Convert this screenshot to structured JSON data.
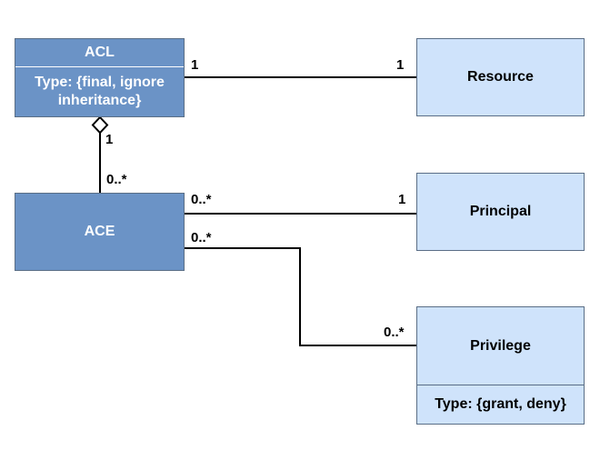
{
  "classes": {
    "acl": {
      "name": "ACL",
      "attribute": "Type: {final, ignore inheritance}"
    },
    "ace": {
      "name": "ACE"
    },
    "resource": {
      "name": "Resource"
    },
    "principal": {
      "name": "Principal"
    },
    "privilege": {
      "name": "Privilege",
      "attribute": "Type: {grant, deny}"
    }
  },
  "associations": {
    "acl_resource": {
      "acl_end": "1",
      "resource_end": "1"
    },
    "acl_ace": {
      "acl_end": "1",
      "ace_end": "0..*"
    },
    "ace_principal": {
      "ace_end": "0..*",
      "principal_end": "1"
    },
    "ace_privilege": {
      "ace_end": "0..*",
      "privilege_end": "0..*"
    }
  },
  "colors": {
    "class_dark": "#6b93c6",
    "class_light": "#cfe3fb",
    "border": "#5a6e86",
    "line": "#000000"
  }
}
